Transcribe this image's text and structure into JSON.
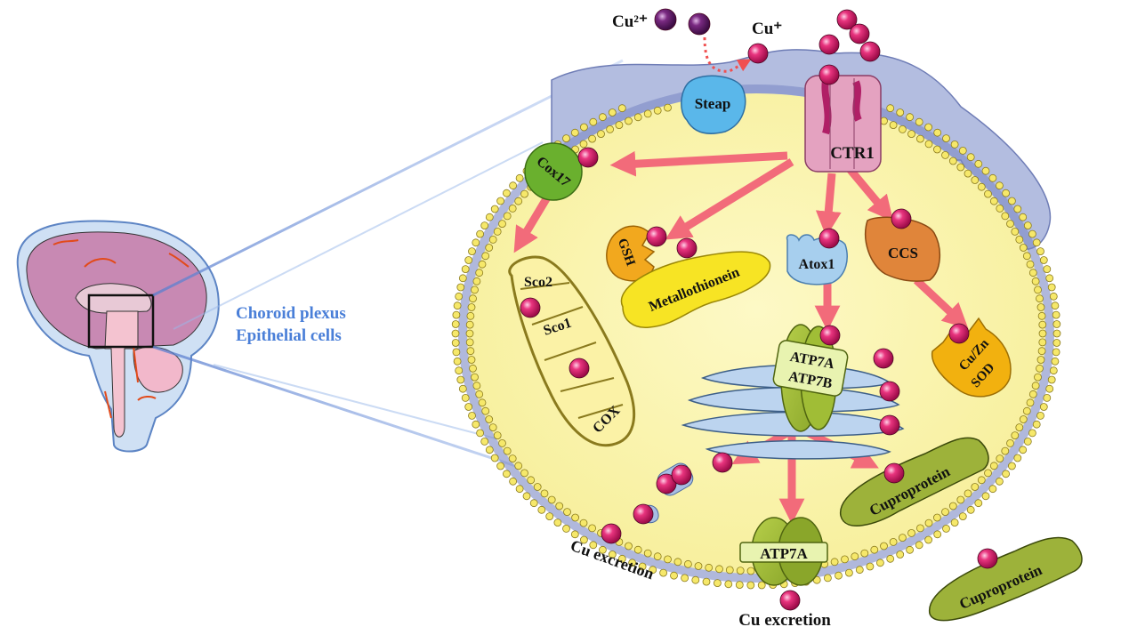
{
  "brain": {
    "caption_line1": "Choroid plexus",
    "caption_line2": "Epithelial cells"
  },
  "ions": {
    "cu2": "Cu²⁺",
    "cu1": "Cu⁺"
  },
  "proteins": {
    "steap": "Steap",
    "ctr1": "CTR1",
    "cox17": "Cox17",
    "gsh": "GSH",
    "metallothionein": "Metallothionein",
    "atox1": "Atox1",
    "ccs": "CCS",
    "sod_line1": "Cu/Zn",
    "sod_line2": "SOD",
    "sco2": "Sco2",
    "sco1": "Sco1",
    "cox": "COX",
    "atp7ab_line1": "ATP7A",
    "atp7ab_line2": "ATP7B",
    "atp7a": "ATP7A",
    "cuproprotein_inner": "Cuproprotein",
    "cuproprotein_outer": "Cuproprotein"
  },
  "excretion": {
    "left": "Cu excretion",
    "bottom": "Cu excretion"
  },
  "colors": {
    "copper_ion": "#d81b6a",
    "copper2_ion": "#6a1b6e",
    "arrow": "#f26b7a",
    "cytoplasm": "#fbf5a8",
    "membrane_dot": "#f6e86a",
    "extracellular": "#a9b4dc",
    "caption": "#4a7fd8"
  }
}
